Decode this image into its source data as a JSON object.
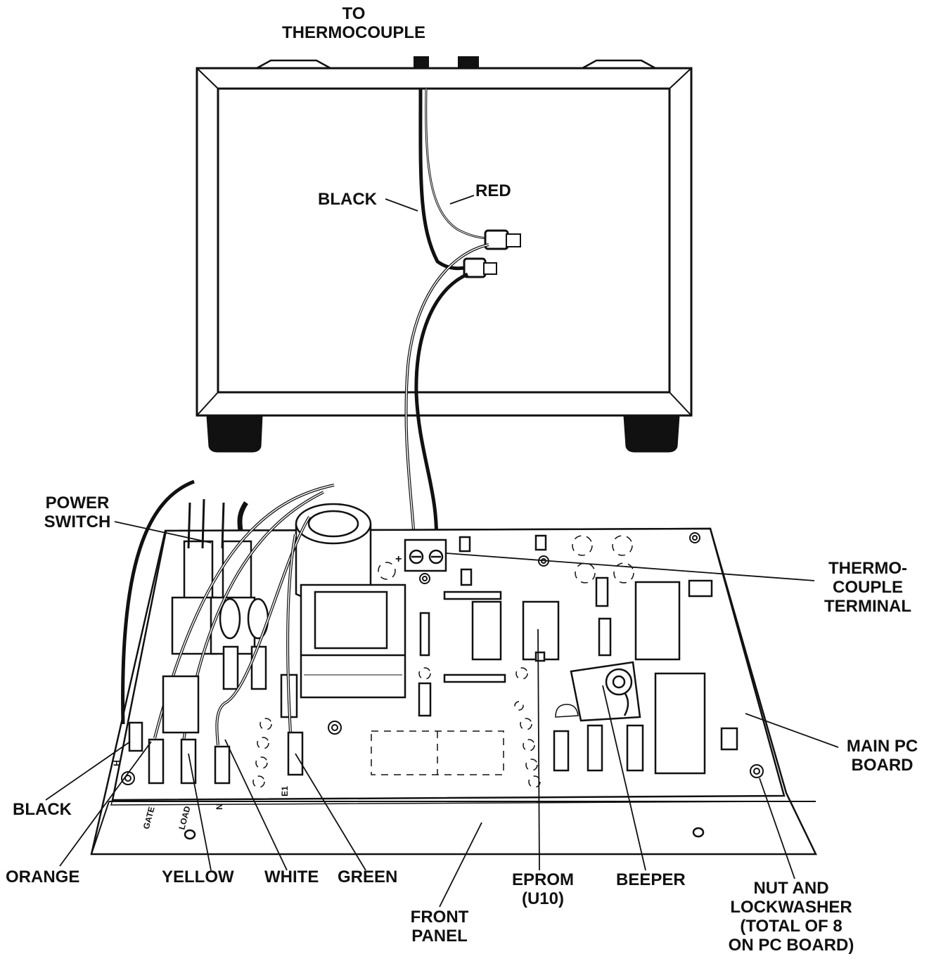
{
  "labels": {
    "to_thermocouple": [
      "TO",
      "THERMOCOUPLE"
    ],
    "black_top": "BLACK",
    "red": "RED",
    "power_switch": [
      "POWER",
      "SWITCH"
    ],
    "thermocouple_terminal": [
      "THERMO-",
      "COUPLE",
      "TERMINAL"
    ],
    "main_pc_board": [
      "MAIN PC",
      "BOARD"
    ],
    "black_bottom": "BLACK",
    "orange": "ORANGE",
    "yellow": "YELLOW",
    "white": "WHITE",
    "green": "GREEN",
    "eprom": [
      "EPROM",
      "(U10)"
    ],
    "beeper": "BEEPER",
    "front_panel": [
      "FRONT",
      "PANEL"
    ],
    "nut_lockwasher": [
      "NUT AND",
      "LOCKWASHER",
      "(TOTAL OF 8",
      "ON PC BOARD)"
    ]
  },
  "board_marks": {
    "h": "H",
    "gate": "GATE",
    "load": "LOAD",
    "n": "N",
    "e1": "E1",
    "plus": "+"
  },
  "colors": {
    "line": "#111111",
    "background": "#ffffff"
  }
}
